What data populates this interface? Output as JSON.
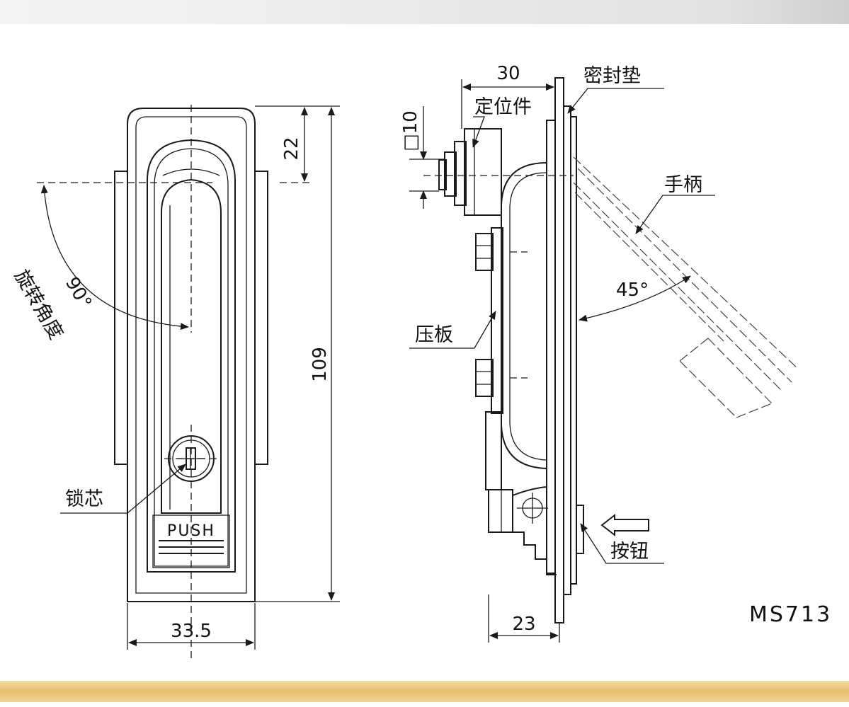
{
  "front_view": {
    "rotation_angle": "90°",
    "rotation_label": "旋转角度",
    "height_dim": "109",
    "top_offset_dim": "22",
    "width_dim": "33.5",
    "lock_core_label": "锁芯",
    "push_text": "PUSH"
  },
  "side_view": {
    "depth_dim": "30",
    "square_dim": "□10",
    "seal_label": "密封垫",
    "positioner_label": "定位件",
    "handle_label": "手柄",
    "handle_angle": "45°",
    "plate_label": "压板",
    "button_label": "按钮",
    "bottom_dim": "23"
  },
  "model": "MS713",
  "colors": {
    "line": "#1a1a1a",
    "top_band": "#e6e6e6",
    "bottom_band": "#e8bd6a"
  }
}
